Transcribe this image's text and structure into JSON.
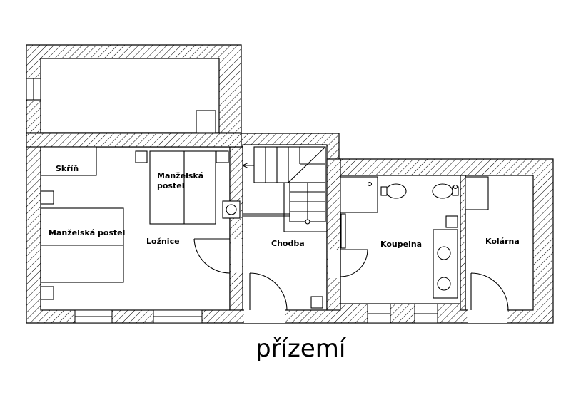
{
  "plan": {
    "title": "přízemí",
    "rooms": {
      "loznice": "Ložnice",
      "chodba": "Chodba",
      "koupelna": "Koupelna",
      "kolarna": "Kolárna"
    },
    "furniture": {
      "skrin": "Skříň",
      "bed_left": "Manželská postel",
      "bed_top_line1": "Manželská",
      "bed_top_line2": "postel"
    }
  }
}
